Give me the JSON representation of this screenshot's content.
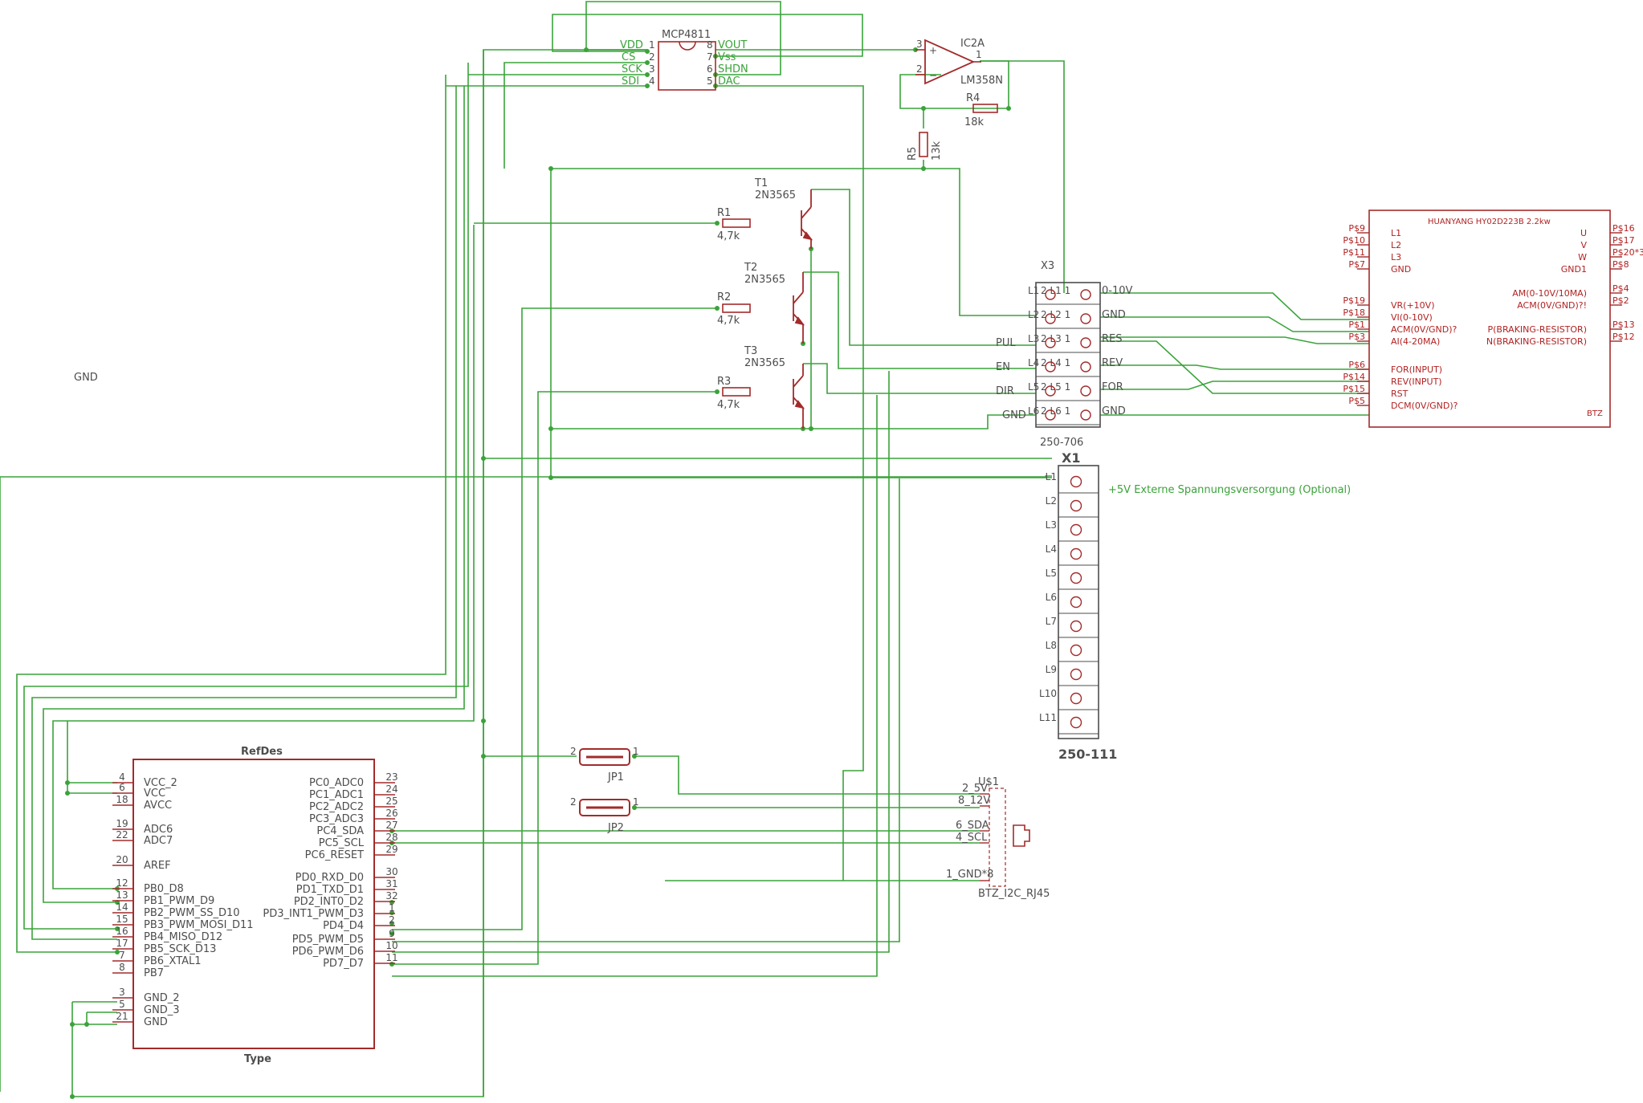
{
  "colors": {
    "wire": "#3aa33a",
    "part": "#a32b2b",
    "text": "#4d4d4d",
    "background": "#ffffff"
  },
  "floating": {
    "gnd": "GND"
  },
  "dac": {
    "name": "MCP4811",
    "left_pins": [
      {
        "label": "VDD",
        "num": "1"
      },
      {
        "label": "CS",
        "num": "2"
      },
      {
        "label": "SCK",
        "num": "3"
      },
      {
        "label": "SDI",
        "num": "4"
      }
    ],
    "right_pins": [
      {
        "label": "VOUT",
        "num": "8"
      },
      {
        "label": "Vss",
        "num": "7"
      },
      {
        "label": "SHDN",
        "num": "6"
      },
      {
        "label": "DAC",
        "num": "5"
      }
    ]
  },
  "opamp": {
    "name": "IC2A",
    "value": "LM358N",
    "pins": {
      "noninv": "3",
      "inv": "2",
      "out": "1"
    },
    "plus": "+",
    "minus": "−"
  },
  "resistors": [
    {
      "name": "R4",
      "value": "18k"
    },
    {
      "name": "R5",
      "value": "13k"
    },
    {
      "name": "R1",
      "value": "4,7k"
    },
    {
      "name": "R2",
      "value": "4,7k"
    },
    {
      "name": "R3",
      "value": "4,7k"
    }
  ],
  "transistors": [
    {
      "name": "T1",
      "value": "2N3565"
    },
    {
      "name": "T2",
      "value": "2N3565"
    },
    {
      "name": "T3",
      "value": "2N3565"
    }
  ],
  "x3": {
    "name": "X3",
    "value": "250-706",
    "rows": [
      {
        "left": "L1",
        "inner": "2 L1 1",
        "right": "0-10V",
        "net": ""
      },
      {
        "left": "L2",
        "inner": "2 L2 1",
        "right": "GND",
        "net": ""
      },
      {
        "left": "L3",
        "inner": "2 L3 1",
        "right": "RES",
        "net": "PUL"
      },
      {
        "left": "L4",
        "inner": "2 L4 1",
        "right": "REV",
        "net": "EN"
      },
      {
        "left": "L5",
        "inner": "2 L5 1",
        "right": "FOR",
        "net": "DIR"
      },
      {
        "left": "L6",
        "inner": "2 L6 1",
        "right": "GND",
        "net": "GND"
      }
    ]
  },
  "x1": {
    "name": "X1",
    "value": "250-111",
    "rows": [
      "L1",
      "L2",
      "L3",
      "L4",
      "L5",
      "L6",
      "L7",
      "L8",
      "L9",
      "L10",
      "L11"
    ],
    "note": "+5V Externe Spannungsversorgung (Optional)"
  },
  "vfd": {
    "title": "HUANYANG HY02D223B 2.2kw",
    "ref": "BTZ",
    "left_pins": [
      {
        "pad": "P$9",
        "label": "L1"
      },
      {
        "pad": "P$10",
        "label": "L2"
      },
      {
        "pad": "P$11",
        "label": "L3"
      },
      {
        "pad": "P$7",
        "label": "GND"
      },
      {
        "pad": "P$19",
        "label": "VR(+10V)"
      },
      {
        "pad": "P$18",
        "label": "VI(0-10V)"
      },
      {
        "pad": "P$1",
        "label": "ACM(0V/GND)?"
      },
      {
        "pad": "P$3",
        "label": "AI(4-20MA)"
      },
      {
        "pad": "P$6",
        "label": "FOR(INPUT)"
      },
      {
        "pad": "P$14",
        "label": "REV(INPUT)"
      },
      {
        "pad": "P$15",
        "label": "RST"
      },
      {
        "pad": "P$5",
        "label": "DCM(0V/GND)?"
      }
    ],
    "right_pins": [
      {
        "pad": "P$16",
        "label": "U"
      },
      {
        "pad": "P$17",
        "label": "V"
      },
      {
        "pad": "P$20*3",
        "label": "W"
      },
      {
        "pad": "P$8",
        "label": "GND1"
      },
      {
        "pad": "P$4",
        "label": "AM(0-10V/10MA)"
      },
      {
        "pad": "P$2",
        "label": "ACM(0V/GND)?!"
      },
      {
        "pad": "P$13",
        "label": "P(BRAKING-RESISTOR)"
      },
      {
        "pad": "P$12",
        "label": "N(BRAKING-RESISTOR)"
      }
    ]
  },
  "mcu": {
    "refdes": "RefDes",
    "type": "Type",
    "left_pins": [
      {
        "num": "4",
        "label": "VCC_2"
      },
      {
        "num": "6",
        "label": "VCC"
      },
      {
        "num": "18",
        "label": "AVCC"
      },
      {
        "num": "19",
        "label": "ADC6"
      },
      {
        "num": "22",
        "label": "ADC7"
      },
      {
        "num": "20",
        "label": "AREF"
      },
      {
        "num": "12",
        "label": "PB0_D8"
      },
      {
        "num": "13",
        "label": "PB1_PWM_D9"
      },
      {
        "num": "14",
        "label": "PB2_PWM_SS_D10"
      },
      {
        "num": "15",
        "label": "PB3_PWM_MOSI_D11"
      },
      {
        "num": "16",
        "label": "PB4_MISO_D12"
      },
      {
        "num": "17",
        "label": "PB5_SCK_D13"
      },
      {
        "num": "7",
        "label": "PB6_XTAL1"
      },
      {
        "num": "8",
        "label": "PB7"
      },
      {
        "num": "3",
        "label": "GND_2"
      },
      {
        "num": "5",
        "label": "GND_3"
      },
      {
        "num": "21",
        "label": "GND"
      }
    ],
    "right_pins": [
      {
        "num": "23",
        "label": "PC0_ADC0"
      },
      {
        "num": "24",
        "label": "PC1_ADC1"
      },
      {
        "num": "25",
        "label": "PC2_ADC2"
      },
      {
        "num": "26",
        "label": "PC3_ADC3"
      },
      {
        "num": "27",
        "label": "PC4_SDA"
      },
      {
        "num": "28",
        "label": "PC5_SCL"
      },
      {
        "num": "29",
        "label": "PC6_RESET"
      },
      {
        "num": "30",
        "label": "PD0_RXD_D0"
      },
      {
        "num": "31",
        "label": "PD1_TXD_D1"
      },
      {
        "num": "32",
        "label": "PD2_INT0_D2"
      },
      {
        "num": "1",
        "label": "PD3_INT1_PWM_D3"
      },
      {
        "num": "2",
        "label": "PD4_D4"
      },
      {
        "num": "9",
        "label": "PD5_PWM_D5"
      },
      {
        "num": "10",
        "label": "PD6_PWM_D6"
      },
      {
        "num": "11",
        "label": "PD7_D7"
      }
    ]
  },
  "jumpers": [
    {
      "name": "JP1",
      "pin_left": "2",
      "pin_right": "1"
    },
    {
      "name": "JP2",
      "pin_left": "2",
      "pin_right": "1"
    }
  ],
  "rj45": {
    "name": "U$1",
    "value": "BTZ_I2C_RJ45",
    "pins": [
      "2_5V",
      "8_12V",
      "6_SDA",
      "4_SCL",
      "1_GND*8"
    ]
  }
}
